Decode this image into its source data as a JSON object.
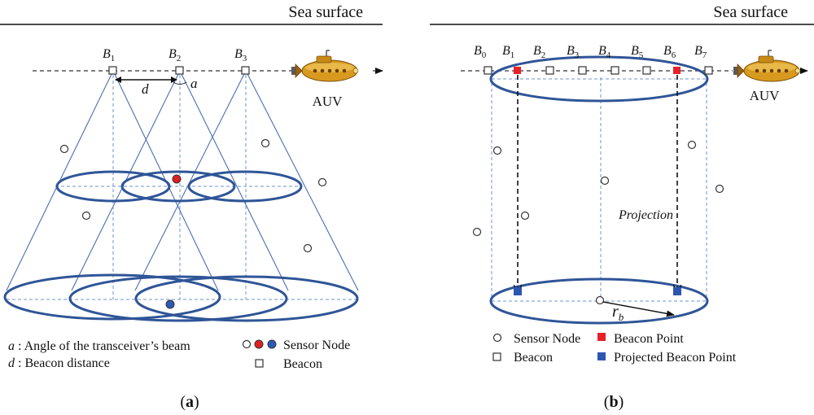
{
  "colors": {
    "beam_blue": "#4a6fb0",
    "ellipse_blue": "#2f5597",
    "dashed_blue": "#6f94cc",
    "red_node": "#e02020",
    "blue_node": "#2e58b8",
    "beacon_point_red": "#e8202a",
    "projected_point_blue": "#2e56b0",
    "auv_gold": "#d79a1e"
  },
  "panel_a": {
    "sea_surface": "Sea surface",
    "beacon_labels": [
      {
        "base": "B",
        "sub": "1"
      },
      {
        "base": "B",
        "sub": "2"
      },
      {
        "base": "B",
        "sub": "3"
      }
    ],
    "d_label": "d",
    "a_label": "a",
    "auv_label": "AUV",
    "legend": {
      "a_sym": "a",
      "a_text": " : Angle of the transceiver’s beam",
      "d_sym": "d",
      "d_text": " : Beacon distance",
      "sensor_text": "Sensor Node",
      "beacon_text": "Beacon"
    },
    "caption_open": "(",
    "caption_letter": "a",
    "caption_close": ")"
  },
  "panel_b": {
    "sea_surface": "Sea surface",
    "beacon_labels": [
      {
        "base": "B",
        "sub": "0"
      },
      {
        "base": "B",
        "sub": "1"
      },
      {
        "base": "B",
        "sub": "2"
      },
      {
        "base": "B",
        "sub": "3"
      },
      {
        "base": "B",
        "sub": "4"
      },
      {
        "base": "B",
        "sub": "5"
      },
      {
        "base": "B",
        "sub": "6"
      },
      {
        "base": "B",
        "sub": "7"
      }
    ],
    "projection_label": "Projection",
    "rb_base": "r",
    "rb_sub": "b",
    "auv_label": "AUV",
    "legend": {
      "sensor_text": "Sensor Node",
      "beacon_text": "Beacon",
      "beacon_point_text": "Beacon Point",
      "projected_text": "Projected Beacon Point"
    },
    "caption_open": "(",
    "caption_letter": "b",
    "caption_close": ")"
  }
}
